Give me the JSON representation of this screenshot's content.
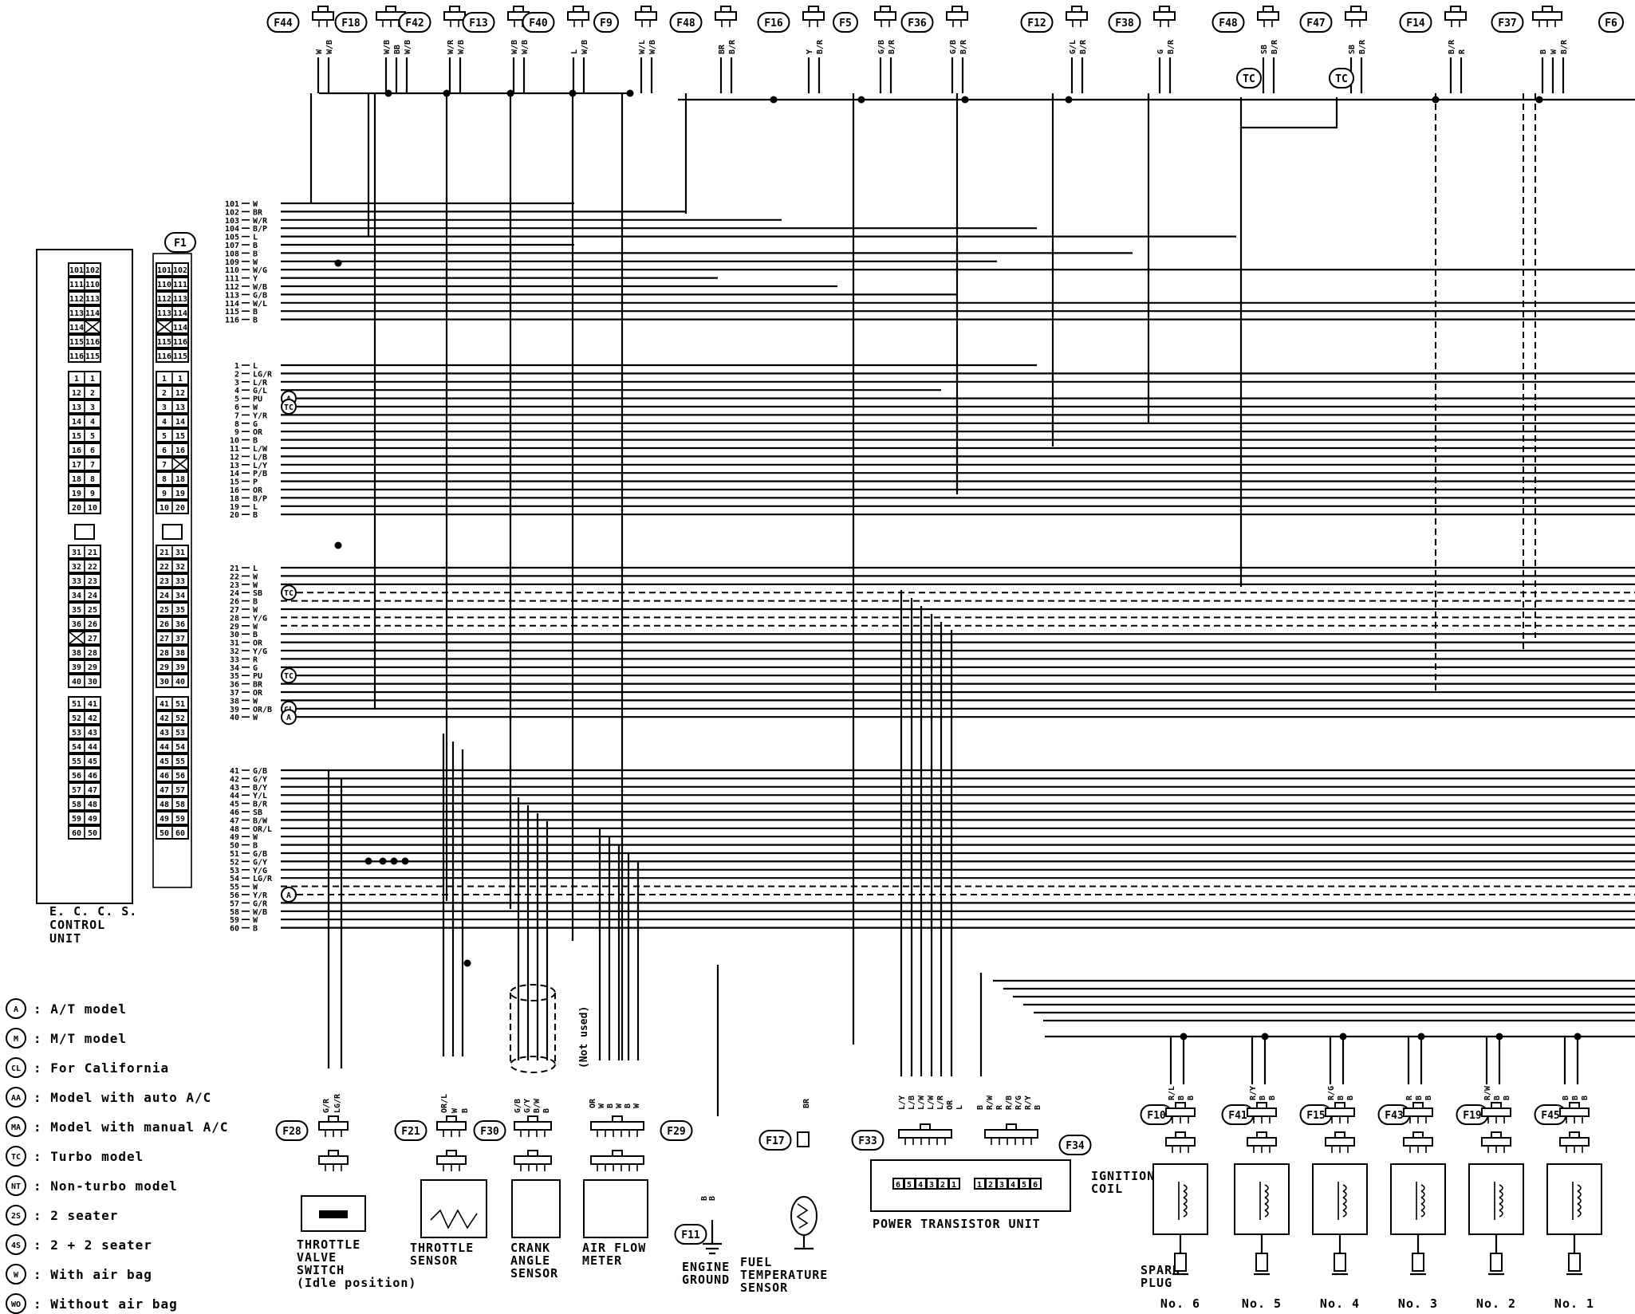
{
  "top_connectors": [
    {
      "id": "F44",
      "wires": [
        "W",
        "W/B"
      ]
    },
    {
      "id": "F18",
      "wires": [
        "W/B",
        "BB",
        "W/B"
      ]
    },
    {
      "id": "F42",
      "wires": [
        "W/R",
        "W/B"
      ]
    },
    {
      "id": "F13",
      "wires": [
        "W/B",
        "W/B"
      ]
    },
    {
      "id": "F40",
      "wires": [
        "L",
        "W/B"
      ]
    },
    {
      "id": "F9",
      "wires": [
        "W/L",
        "W/B"
      ]
    },
    {
      "id": "F48",
      "wires": [
        "BR",
        "B/R"
      ]
    },
    {
      "id": "F16",
      "wires": [
        "Y",
        "B/R"
      ]
    },
    {
      "id": "F5",
      "wires": [
        "G/B",
        "B/R"
      ]
    },
    {
      "id": "F36",
      "wires": [
        "G/B",
        "B/R"
      ]
    },
    {
      "id": "F12",
      "wires": [
        "G/L",
        "B/R"
      ]
    },
    {
      "id": "F38",
      "wires": [
        "G",
        "B/R"
      ]
    },
    {
      "id": "F48",
      "wires": [
        "SB",
        "B/R"
      ]
    },
    {
      "id": "F47",
      "wires": [
        "SB",
        "B/R"
      ]
    },
    {
      "id": "F14",
      "wires": [
        "B/R",
        "R"
      ]
    },
    {
      "id": "F37",
      "wires": [
        "B",
        "W",
        "B/R"
      ]
    },
    {
      "id": "F6",
      "wires": []
    }
  ],
  "pins_upper": [
    {
      "no": "101",
      "color": "W"
    },
    {
      "no": "102",
      "color": "BR"
    },
    {
      "no": "103",
      "color": "W/R"
    },
    {
      "no": "104",
      "color": "B/P"
    },
    {
      "no": "105",
      "color": "L"
    },
    {
      "no": "107",
      "color": "B"
    },
    {
      "no": "108",
      "color": "B"
    },
    {
      "no": "109",
      "color": "W"
    },
    {
      "no": "110",
      "color": "W/G"
    },
    {
      "no": "111",
      "color": "Y"
    },
    {
      "no": "112",
      "color": "W/B"
    },
    {
      "no": "113",
      "color": "G/B"
    },
    {
      "no": "114",
      "color": "W/L"
    },
    {
      "no": "115",
      "color": "B"
    },
    {
      "no": "116",
      "color": "B"
    }
  ],
  "pins_middle": [
    {
      "no": "1",
      "color": "L",
      "tag": ""
    },
    {
      "no": "2",
      "color": "LG/R",
      "tag": ""
    },
    {
      "no": "3",
      "color": "L/R",
      "tag": ""
    },
    {
      "no": "4",
      "color": "G/L",
      "tag": ""
    },
    {
      "no": "5",
      "color": "PU",
      "tag": "A"
    },
    {
      "no": "6",
      "color": "W",
      "tag": "TC"
    },
    {
      "no": "7",
      "color": "Y/R",
      "tag": ""
    },
    {
      "no": "8",
      "color": "G",
      "tag": ""
    },
    {
      "no": "9",
      "color": "OR",
      "tag": ""
    },
    {
      "no": "10",
      "color": "B",
      "tag": ""
    },
    {
      "no": "11",
      "color": "L/W",
      "tag": ""
    },
    {
      "no": "12",
      "color": "L/B",
      "tag": ""
    },
    {
      "no": "13",
      "color": "L/Y",
      "tag": ""
    },
    {
      "no": "14",
      "color": "P/B",
      "tag": ""
    },
    {
      "no": "15",
      "color": "P",
      "tag": ""
    },
    {
      "no": "16",
      "color": "OR",
      "tag": ""
    },
    {
      "no": "18",
      "color": "B/P",
      "tag": ""
    },
    {
      "no": "19",
      "color": "L",
      "tag": ""
    },
    {
      "no": "20",
      "color": "B",
      "tag": ""
    }
  ],
  "pins_lower": [
    {
      "no": "21",
      "color": "L",
      "tag": ""
    },
    {
      "no": "22",
      "color": "W",
      "tag": ""
    },
    {
      "no": "23",
      "color": "W",
      "tag": ""
    },
    {
      "no": "24",
      "color": "SB",
      "tag": "TC"
    },
    {
      "no": "26",
      "color": "B",
      "tag": ""
    },
    {
      "no": "27",
      "color": "W",
      "tag": ""
    },
    {
      "no": "28",
      "color": "Y/G",
      "tag": ""
    },
    {
      "no": "29",
      "color": "W",
      "tag": ""
    },
    {
      "no": "30",
      "color": "B",
      "tag": ""
    },
    {
      "no": "31",
      "color": "OR",
      "tag": ""
    },
    {
      "no": "32",
      "color": "Y/G",
      "tag": ""
    },
    {
      "no": "33",
      "color": "R",
      "tag": ""
    },
    {
      "no": "34",
      "color": "G",
      "tag": ""
    },
    {
      "no": "35",
      "color": "PU",
      "tag": "TC"
    },
    {
      "no": "36",
      "color": "BR",
      "tag": ""
    },
    {
      "no": "37",
      "color": "OR",
      "tag": ""
    },
    {
      "no": "38",
      "color": "W",
      "tag": ""
    },
    {
      "no": "39",
      "color": "OR/B",
      "tag": "CL"
    },
    {
      "no": "40",
      "color": "W",
      "tag": "A"
    }
  ],
  "pins_bottom": [
    {
      "no": "41",
      "color": "G/B",
      "tag": ""
    },
    {
      "no": "42",
      "color": "G/Y",
      "tag": ""
    },
    {
      "no": "43",
      "color": "B/Y",
      "tag": ""
    },
    {
      "no": "44",
      "color": "Y/L",
      "tag": ""
    },
    {
      "no": "45",
      "color": "B/R",
      "tag": ""
    },
    {
      "no": "46",
      "color": "SB",
      "tag": ""
    },
    {
      "no": "47",
      "color": "B/W",
      "tag": ""
    },
    {
      "no": "48",
      "color": "OR/L",
      "tag": ""
    },
    {
      "no": "49",
      "color": "W",
      "tag": ""
    },
    {
      "no": "50",
      "color": "B",
      "tag": ""
    },
    {
      "no": "51",
      "color": "G/B",
      "tag": ""
    },
    {
      "no": "52",
      "color": "G/Y",
      "tag": ""
    },
    {
      "no": "53",
      "color": "Y/G",
      "tag": ""
    },
    {
      "no": "54",
      "color": "LG/R",
      "tag": ""
    },
    {
      "no": "55",
      "color": "W",
      "tag": ""
    },
    {
      "no": "56",
      "color": "Y/R",
      "tag": "A"
    },
    {
      "no": "57",
      "color": "G/R",
      "tag": ""
    },
    {
      "no": "58",
      "color": "W/B",
      "tag": ""
    },
    {
      "no": "59",
      "color": "W",
      "tag": ""
    },
    {
      "no": "60",
      "color": "B",
      "tag": ""
    }
  ],
  "ecu": {
    "connector_id": "F1",
    "label_lines": [
      "E. C. C. S.",
      "CONTROL",
      "UNIT"
    ],
    "grid_left": [
      "101|102",
      "111|110",
      "112|113",
      "113|114",
      "114|X",
      "115|116",
      "116|115",
      "",
      "1|1",
      "12|2",
      "13|3",
      "14|4",
      "15|5",
      "16|6",
      "17|7",
      "18|8",
      "19|9",
      "20|10",
      "",
      "31|21",
      "32|22",
      "33|23",
      "34|24",
      "35|25",
      "36|26",
      "X|27",
      "38|28",
      "39|29",
      "40|30",
      "",
      "51|41",
      "52|42",
      "53|43",
      "54|44",
      "55|45",
      "56|46",
      "57|47",
      "58|48",
      "59|49",
      "60|50"
    ],
    "grid_right": [
      "101|102",
      "110|111",
      "112|113",
      "113|114",
      "X|114",
      "115|116",
      "116|115",
      "",
      "1|1",
      "2|12",
      "3|13",
      "4|14",
      "5|15",
      "6|16",
      "7|X",
      "8|18",
      "9|19",
      "10|20",
      "",
      "21|31",
      "22|32",
      "23|33",
      "24|34",
      "25|35",
      "26|36",
      "27|37",
      "28|38",
      "29|39",
      "30|40",
      "",
      "41|51",
      "42|52",
      "43|53",
      "44|54",
      "45|55",
      "46|56",
      "47|57",
      "48|58",
      "49|59",
      "50|60"
    ]
  },
  "components": {
    "throttle_valve_switch": {
      "connector": "F28",
      "wires": [
        "G/R",
        "LG/R"
      ],
      "label_lines": [
        "THROTTLE",
        "VALVE",
        "SWITCH",
        "(Idle position)"
      ]
    },
    "throttle_sensor": {
      "connector": "F21",
      "wires": [
        "OR/L",
        "W",
        "B"
      ],
      "label_lines": [
        "THROTTLE",
        "SENSOR"
      ]
    },
    "crank_angle_sensor": {
      "connector": "F30",
      "wires": [
        "G/B",
        "G/Y",
        "B/W",
        "B"
      ],
      "label_lines": [
        "CRANK",
        "ANGLE",
        "SENSOR"
      ],
      "note": "(Not used)"
    },
    "air_flow_meter": {
      "connector": "F29",
      "wires": [
        "OR",
        "W",
        "B",
        "W",
        "B",
        "W"
      ],
      "label_lines": [
        "AIR FLOW",
        "METER"
      ]
    },
    "engine_ground": {
      "connector": "F11",
      "wires": [
        "B",
        "B"
      ],
      "label_lines": [
        "ENGINE",
        "GROUND"
      ]
    },
    "fuel_temperature_sensor": {
      "connector": "F17",
      "wires": [
        "BR"
      ],
      "label_lines": [
        "FUEL",
        "TEMPERATURE",
        "SENSOR"
      ]
    },
    "power_transistor_unit": {
      "connectors": [
        "F33",
        "F34"
      ],
      "wires_left": [
        "L/Y",
        "L/B",
        "L/W",
        "L/W",
        "L/R",
        "OR",
        "L"
      ],
      "wires_right": [
        "B",
        "R/W",
        "R",
        "R/B",
        "R/G",
        "R/Y",
        "B"
      ],
      "pins_left": [
        "6",
        "5",
        "4",
        "3",
        "2",
        "1"
      ],
      "pins_right": [
        "1",
        "2",
        "3",
        "4",
        "5",
        "6"
      ],
      "label": "POWER TRANSISTOR UNIT"
    },
    "ignition": {
      "coil_label_lines": [
        "IGNITION",
        "COIL"
      ],
      "plug_label_lines": [
        "SPARK",
        "PLUG"
      ]
    }
  },
  "coils": [
    {
      "connector": "F10",
      "wires": [
        "R/L",
        "B",
        "B"
      ],
      "plug": "No. 6"
    },
    {
      "connector": "F41",
      "wires": [
        "R/Y",
        "B",
        "B"
      ],
      "plug": "No. 5"
    },
    {
      "connector": "F15",
      "wires": [
        "R/G",
        "B",
        "B"
      ],
      "plug": "No. 4"
    },
    {
      "connector": "F43",
      "wires": [
        "R",
        "B",
        "B"
      ],
      "plug": "No. 3"
    },
    {
      "connector": "F19",
      "wires": [
        "R/W",
        "B",
        "B"
      ],
      "plug": "No. 2"
    },
    {
      "connector": "F45",
      "wires": [
        "B",
        "B",
        "B"
      ],
      "plug": "No. 1"
    }
  ],
  "legend": [
    {
      "code": "A",
      "text": ": A/T model"
    },
    {
      "code": "M",
      "text": ": M/T model"
    },
    {
      "code": "CL",
      "text": ": For California"
    },
    {
      "code": "AA",
      "text": ": Model with auto A/C"
    },
    {
      "code": "MA",
      "text": ": Model with manual A/C"
    },
    {
      "code": "TC",
      "text": ": Turbo model"
    },
    {
      "code": "NT",
      "text": ": Non-turbo model"
    },
    {
      "code": "2S",
      "text": ": 2 seater"
    },
    {
      "code": "4S",
      "text": ": 2 + 2 seater"
    },
    {
      "code": "W",
      "text": ": With air bag"
    },
    {
      "code": "WO",
      "text": ": Without air bag"
    }
  ]
}
